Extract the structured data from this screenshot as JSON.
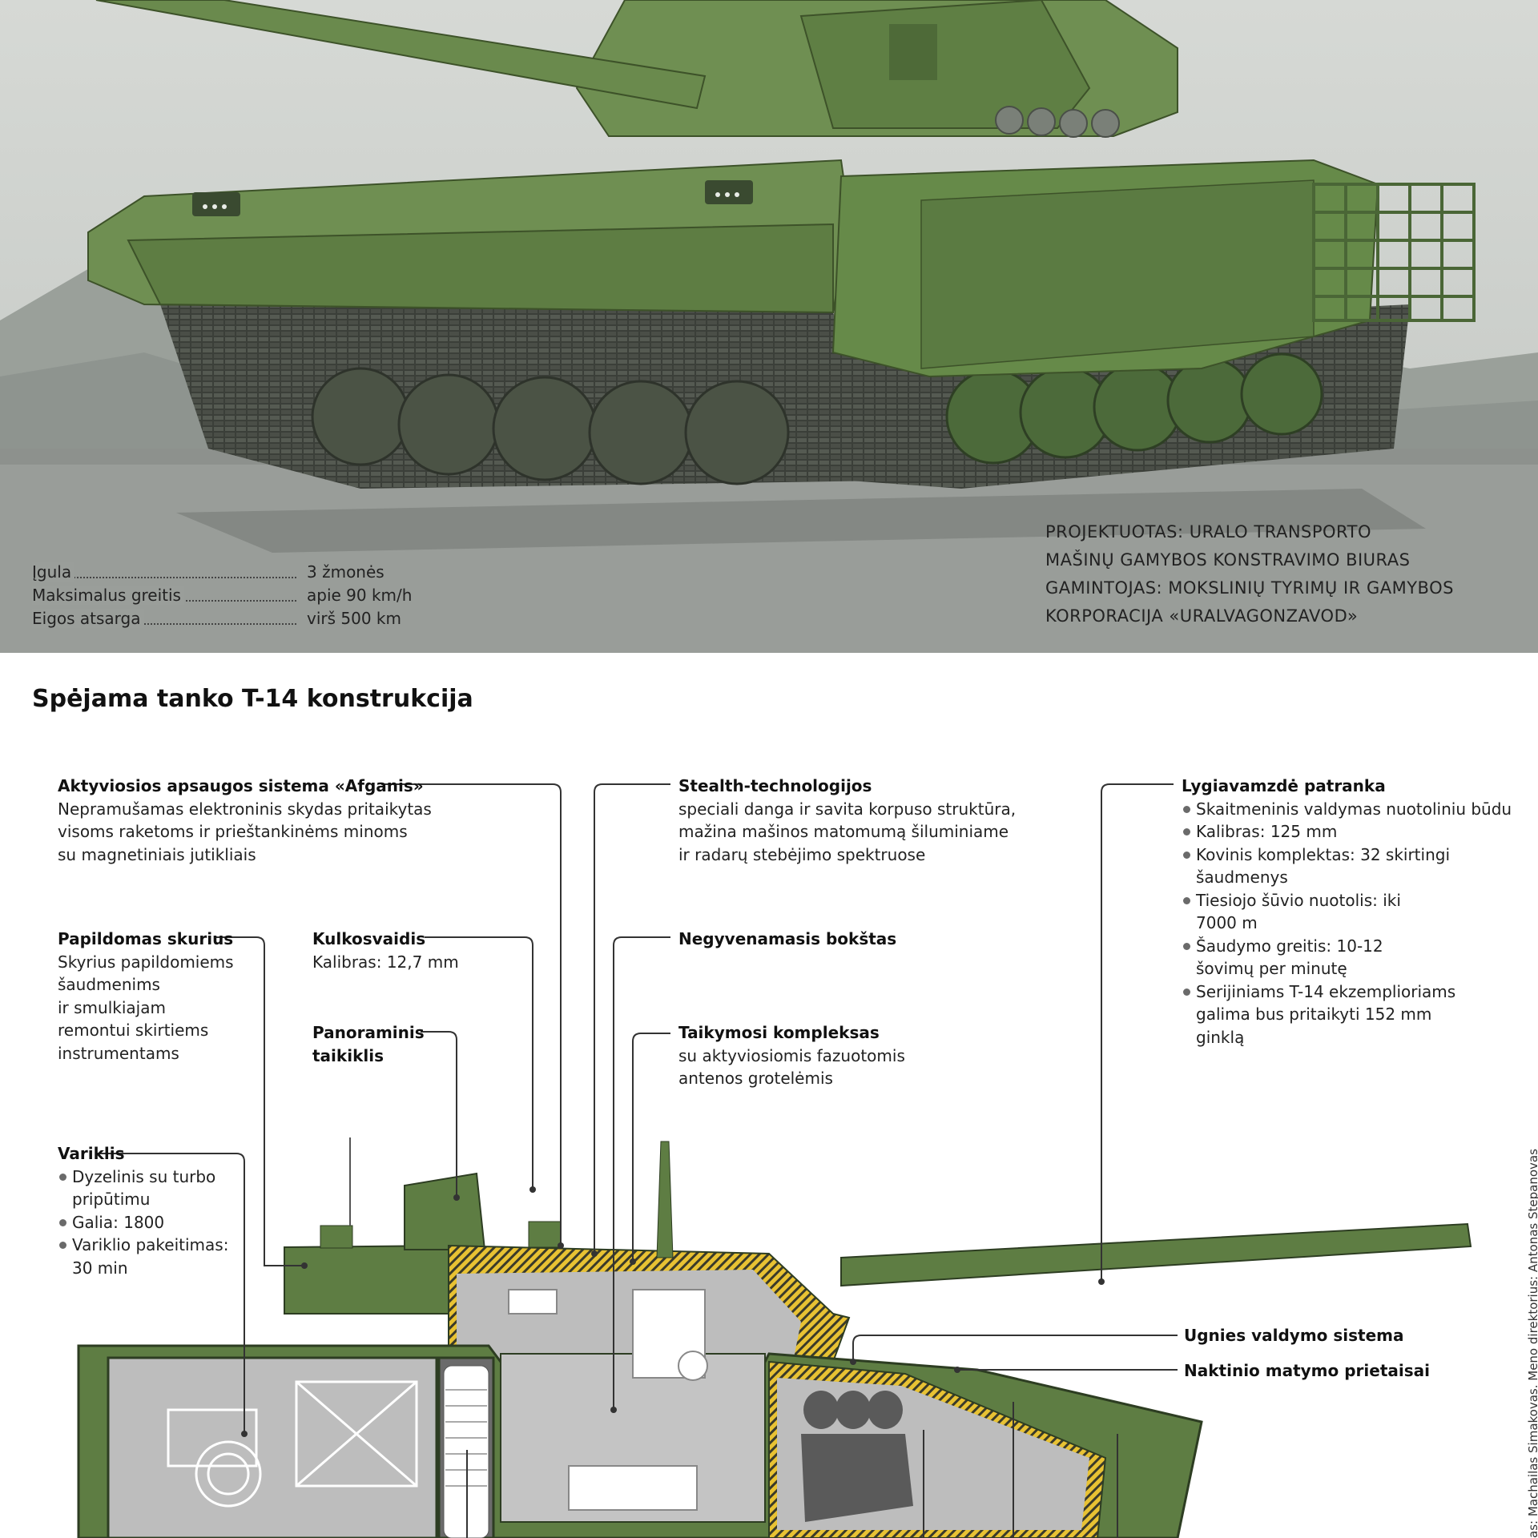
{
  "specs": [
    {
      "label": "Įgula",
      "value": "3 žmonės"
    },
    {
      "label": "Maksimalus greitis",
      "value": "apie 90 km/h"
    },
    {
      "label": "Eigos atsarga",
      "value": "virš 500 km"
    }
  ],
  "maker": {
    "line1": "PROJEKTUOTAS: URALO TRANSPORTO",
    "line2": "MAŠINŲ GAMYBOS KONSTRAVIMO BIURAS",
    "line3": "GAMINTOJAS: MOKSLINIŲ TYRIMŲ IR GAMYBOS",
    "line4": "KORPORACIJA «URALVAGONZAVOD»"
  },
  "section_title": "Spėjama tanko T-14 konstrukcija",
  "annotations": {
    "afganis": {
      "title": "Aktyviosios apsaugos sistema «Afganis»",
      "lines": [
        "Nepramušamas elektroninis skydas pritaikytas",
        "visoms raketoms ir prieštankinėms minoms",
        "su magnetiniais jutikliais"
      ]
    },
    "stealth": {
      "title": "Stealth-technologijos",
      "lines": [
        "speciali danga ir savita korpuso struktūra,",
        "mažina mašinos matomumą šiluminiame",
        "ir radarų stebėjimo spektruose"
      ]
    },
    "gun": {
      "title": "Lygiavamzdė patranka",
      "bullets": [
        "Skaitmeninis valdymas nuotoliniu būdu",
        "Kalibras: 125 mm",
        "Kovinis komplektas: 32 skirtingi šaudmenys",
        "Tiesiojo šūvio nuotolis: iki 7000 m",
        "Šaudymo greitis: 10-12 šovimų per minutę",
        "Serijiniams T-14 ekzemplioriams galima bus pritaikyti 152 mm ginklą"
      ]
    },
    "extra": {
      "title": "Papildomas skurius",
      "lines": [
        "Skyrius papildomiems",
        "šaudmenims",
        "ir smulkiajam",
        "remontui skirtiems",
        "instrumentams"
      ]
    },
    "mg": {
      "title": "Kulkosvaidis",
      "lines": [
        "Kalibras: 12,7 mm"
      ]
    },
    "turret": {
      "title": "Negyvenamasis bokštas"
    },
    "sight": {
      "title1": "Panoraminis",
      "title2": "taikiklis"
    },
    "aiming": {
      "title": "Taikymosi kompleksas",
      "lines": [
        "su aktyviosiomis fazuotomis",
        "antenos grotelėmis"
      ]
    },
    "engine": {
      "title": "Variklis",
      "bullets": [
        "Dyzelinis su turbo pripūtimu",
        "Galia: 1800",
        "Variklio pakeitimas: 30 min"
      ]
    },
    "fcs": {
      "title": "Ugnies valdymo sistema"
    },
    "night": {
      "title": "Naktinio matymo prietaisai"
    }
  },
  "credits": "as: Machailas Simakovas. Meno direktorius: Antonas Stepanovas",
  "colors": {
    "tank_green": "#5e7d43",
    "tank_dark": "#3f5a2e",
    "armor_yellow": "#e8c233",
    "interior_grey": "#bdbdbd",
    "sky": "#cfd3cf",
    "ground": "#8b908c"
  }
}
